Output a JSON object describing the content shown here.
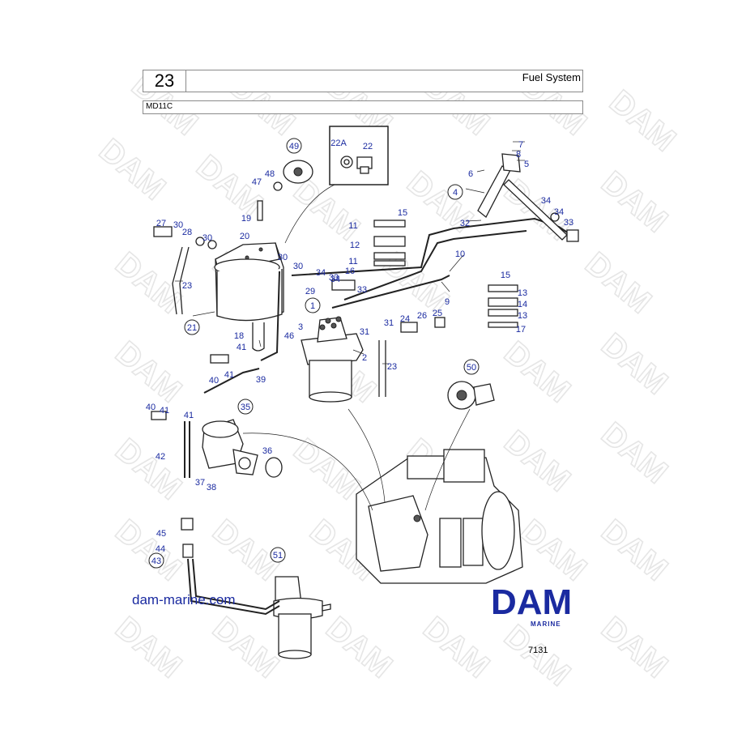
{
  "header": {
    "section_number": "23",
    "title": "Fuel System",
    "model": "MD11C"
  },
  "footer": {
    "website": "dam-marine.com",
    "brand_name": "DAM",
    "brand_sub": "MARINE",
    "drawing_number": "7131"
  },
  "watermark_text": "DAM",
  "part_labels": [
    "1",
    "2",
    "3",
    "4",
    "5",
    "6",
    "7",
    "8",
    "9",
    "10",
    "11",
    "11",
    "12",
    "13",
    "13",
    "14",
    "15",
    "15",
    "16",
    "17",
    "18",
    "19",
    "20",
    "21",
    "22",
    "22A",
    "23",
    "23",
    "24",
    "25",
    "26",
    "27",
    "28",
    "29",
    "30",
    "30",
    "30",
    "30",
    "31",
    "31",
    "32",
    "33",
    "33",
    "33",
    "34",
    "34",
    "34",
    "34",
    "35",
    "36",
    "37",
    "38",
    "39",
    "40",
    "40",
    "41",
    "41",
    "41",
    "41",
    "42",
    "43",
    "44",
    "45",
    "46",
    "47",
    "48",
    "49",
    "50",
    "51"
  ],
  "icons": [
    "dam-logo-icon"
  ],
  "colors": {
    "label_blue": "#1a2aa0",
    "line": "#222222",
    "watermark": "#e6e6e6"
  }
}
